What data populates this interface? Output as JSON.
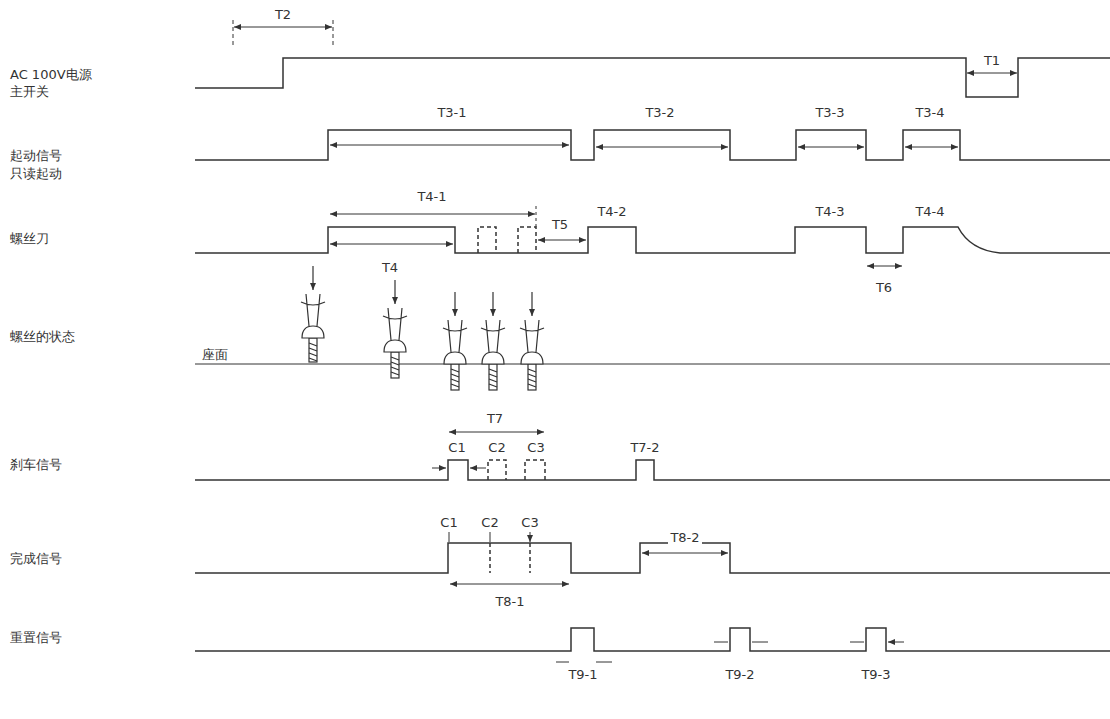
{
  "diagram": {
    "labels": [
      "T2",
      "AC 100V电源",
      "主开关",
      "T1",
      "起动信号",
      "只读起动",
      "T3-1",
      "T3-2",
      "T3-3",
      "T3-4",
      "T4-1",
      "螺丝刀",
      "T4",
      "T5",
      "T4-2",
      "T4-3",
      "T4-4",
      "T6",
      "螺丝的状态",
      "座面",
      "T7",
      "C1",
      "C2",
      "C3",
      "T7-2",
      "刹车信号",
      "C1",
      "C2",
      "C3",
      "完成信号",
      "T8-1",
      "T8-2",
      "重置信号",
      "T9-1",
      "T9-2",
      "T9-3"
    ]
  }
}
